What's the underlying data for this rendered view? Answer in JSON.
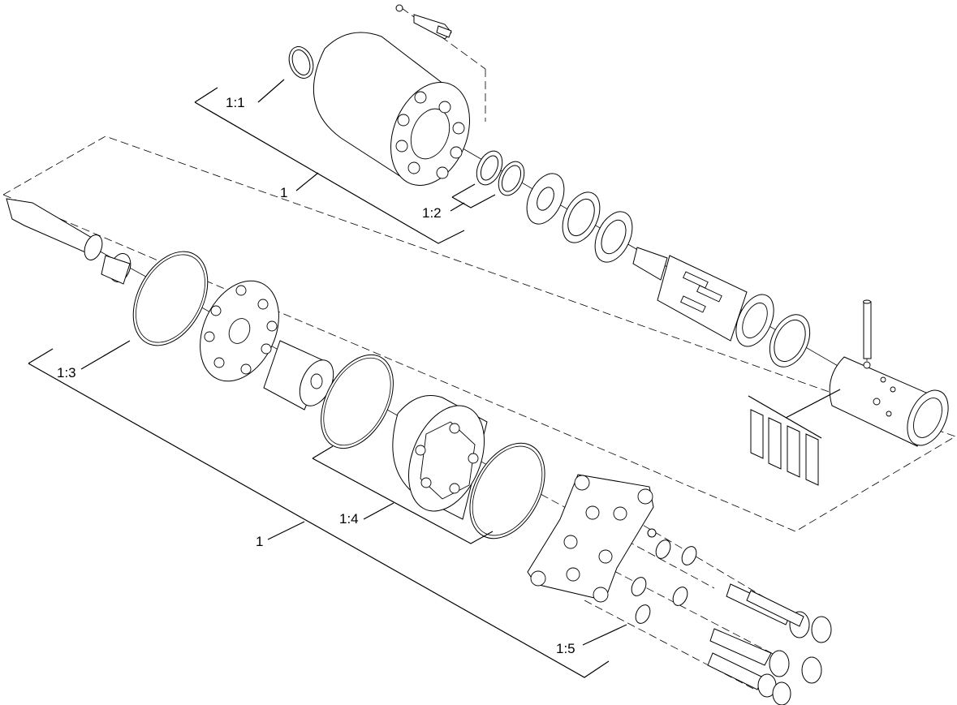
{
  "labels": {
    "assembly_upper": "1",
    "assembly_lower": "1",
    "sub_1_1": "1:1",
    "sub_1_2": "1:2",
    "sub_1_3": "1:3",
    "sub_1_4": "1:4",
    "sub_1_5": "1:5"
  }
}
